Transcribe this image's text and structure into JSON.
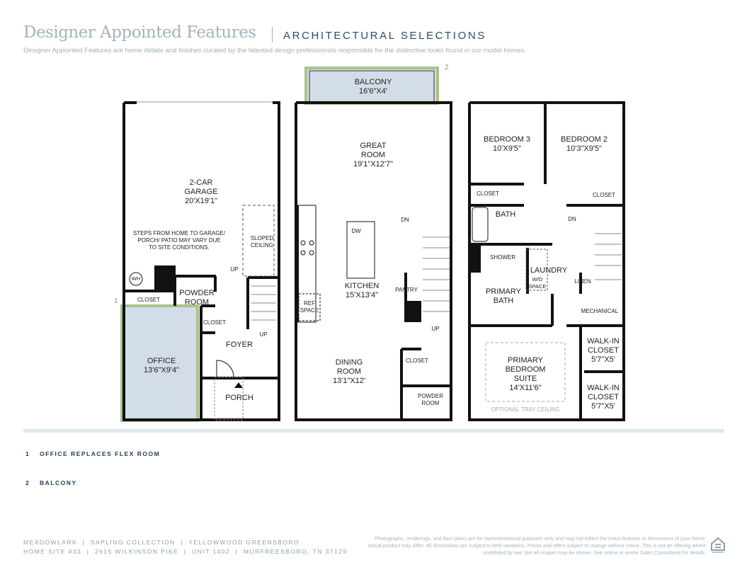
{
  "header": {
    "title": "Designer Appointed Features",
    "subtitle": "ARCHITECTURAL SELECTIONS",
    "description": "Designer Appointed Features are home details and finishes curated by the talented design professionals responsible for the distinctive looks found in our model homes."
  },
  "plan1": {
    "garage": "2-CAR\nGARAGE\n20'X19'1\"",
    "steps_note": "STEPS FROM HOME TO GARAGE/\nPORCH/ PATIO MAY VARY DUE\nTO SITE CONDITIONS.",
    "sloped": "SLOPED\nCEILING",
    "wh": "WH",
    "up1": "UP",
    "up2": "UP",
    "powder": "POWDER\nROOM",
    "closet1": "CLOSET",
    "closet2": "CLOSET",
    "foyer": "FOYER",
    "office": "OFFICE\n13'6\"X9'4\"",
    "porch": "PORCH",
    "marker": "1"
  },
  "plan2": {
    "balcony": "BALCONY\n16'6\"X4'",
    "marker": "2",
    "great_room": "GREAT\nROOM\n19'1\"X12'7\"",
    "kitchen": "KITCHEN\n15'X13'4\"",
    "dw": "DW",
    "ref": "REF\nSPACE",
    "pantry": "PANTRY",
    "dn": "DN",
    "up": "UP",
    "dining": "DINING\nROOM\n13'1\"X12'",
    "closet": "CLOSET",
    "powder": "POWDER\nROOM"
  },
  "plan3": {
    "bed3": "BEDROOM 3\n10'X9'5\"",
    "bed2": "BEDROOM 2\n10'3\"X9'5\"",
    "closet_a": "CLOSET",
    "closet_b": "CLOSET",
    "bath": "BATH",
    "dn": "DN",
    "shower": "SHOWER",
    "laundry": "LAUNDRY",
    "wd": "W/D\nSPACE",
    "linen": "LINEN",
    "primary_bath": "PRIMARY\nBATH",
    "mechanical": "MECHANICAL",
    "wic1": "WALK-IN\nCLOSET\n5'7\"X5'",
    "wic2": "WALK-IN\nCLOSET\n5'7\"X5'",
    "primary_suite": "PRIMARY\nBEDROOM\nSUITE\n14'X11'6\"",
    "tray": "OPTIONAL TRAY CEILING"
  },
  "notes": [
    {
      "num": "1",
      "text": "OFFICE REPLACES FLEX ROOM"
    },
    {
      "num": "2",
      "text": "BALCONY"
    }
  ],
  "footer": {
    "line1": "MEADOWLARK  |  SAPLING COLLECTION  |  YELLOWWOOD GREENSBORO",
    "line2": "HOME SITE #33  |  2615 WILKINSON PIKE  |  UNIT 1402  |  MURFREESBORO, TN 37129",
    "legal": "Photographs, renderings, and floor plans are for representational purposes only and may not reflect the exact features or dimensions of your home; actual product may differ. All dimensions are subject to field variations. Prices and offers subject to change without notice. This is not an offering where prohibited by law. Not all images may be shown. See online or onsite Sales Consultants for details."
  },
  "colors": {
    "accent_green": "#a9c28c",
    "highlight_fill": "#d3dde7",
    "navy": "#1f3a55"
  }
}
